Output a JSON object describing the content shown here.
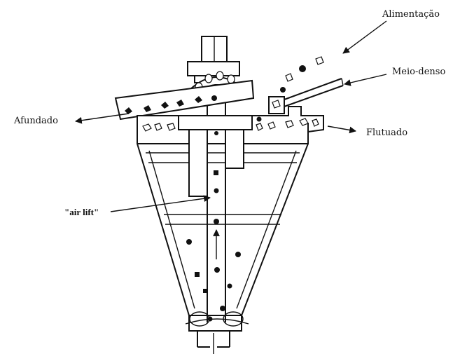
{
  "labels": {
    "feed": "Alimentação",
    "dense_medium": "Meio-denso",
    "sink": "Afundado",
    "float": "Flutuado",
    "air_lift": "\"air lift\""
  }
}
